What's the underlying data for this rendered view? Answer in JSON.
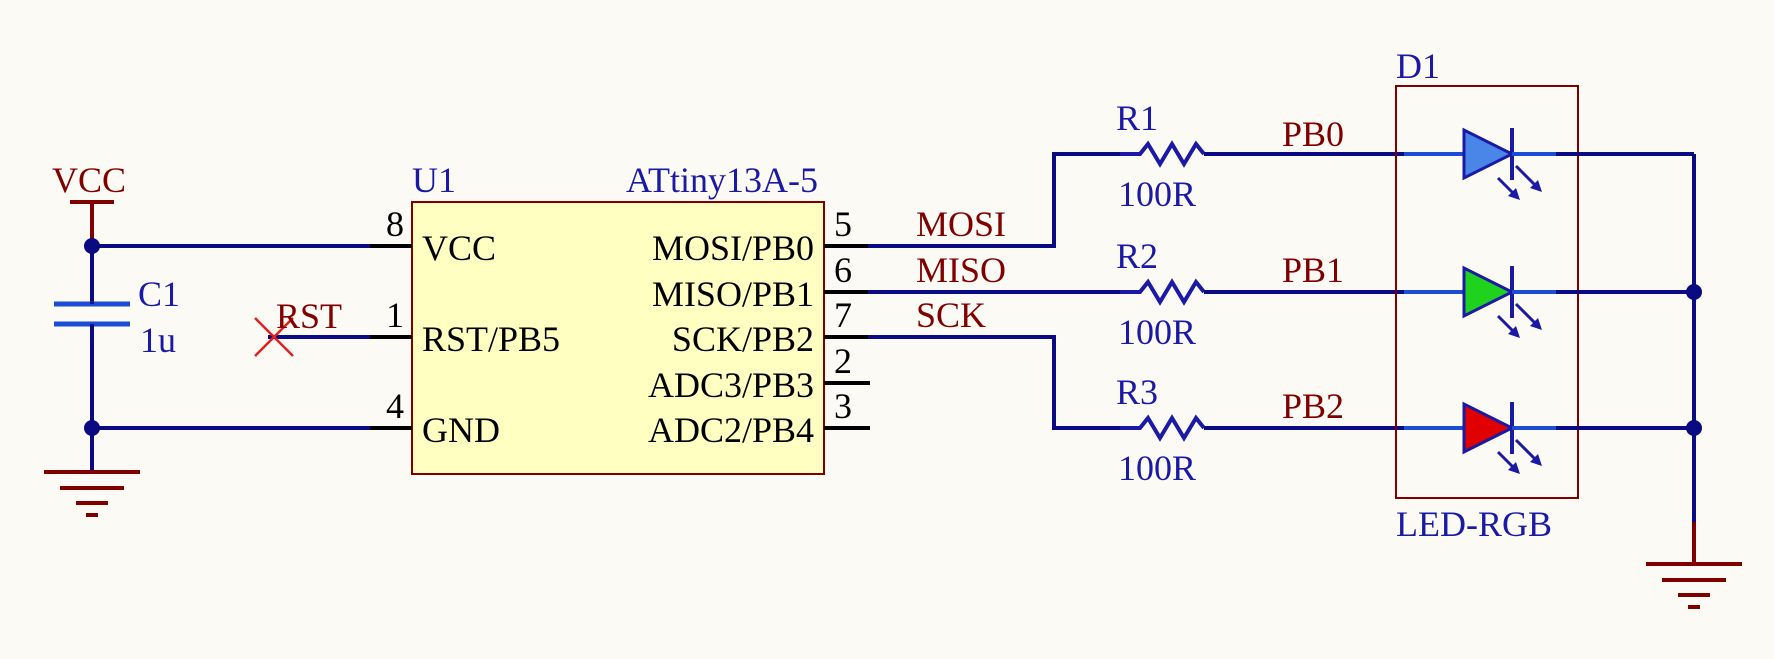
{
  "power": {
    "vcc_label": "VCC"
  },
  "capacitor": {
    "ref": "C1",
    "value": "1u"
  },
  "ic": {
    "ref": "U1",
    "part": "ATtiny13A-5",
    "left_pins": [
      {
        "num": "8",
        "name": "VCC"
      },
      {
        "num": "1",
        "name": "RST/PB5"
      },
      {
        "num": "4",
        "name": "GND"
      }
    ],
    "right_pins": [
      {
        "num": "5",
        "name": "MOSI/PB0"
      },
      {
        "num": "6",
        "name": "MISO/PB1"
      },
      {
        "num": "7",
        "name": "SCK/PB2"
      },
      {
        "num": "2",
        "name": "ADC3/PB3"
      },
      {
        "num": "3",
        "name": "ADC2/PB4"
      }
    ]
  },
  "nets": {
    "rst": "RST",
    "mosi": "MOSI",
    "miso": "MISO",
    "sck": "SCK"
  },
  "resistors": [
    {
      "ref": "R1",
      "value": "100R",
      "net": "PB0"
    },
    {
      "ref": "R2",
      "value": "100R",
      "net": "PB1"
    },
    {
      "ref": "R3",
      "value": "100R",
      "net": "PB2"
    }
  ],
  "led": {
    "ref": "D1",
    "part": "LED-RGB",
    "colors": [
      "#4a86e8",
      "#1ed21e",
      "#e00000"
    ]
  },
  "colors": {
    "wire": "#0a0a82",
    "ref_text": "#1a1aa6",
    "net_text": "#800000",
    "ic_fill": "#FFFFC2",
    "background": "#FCFAF4"
  }
}
